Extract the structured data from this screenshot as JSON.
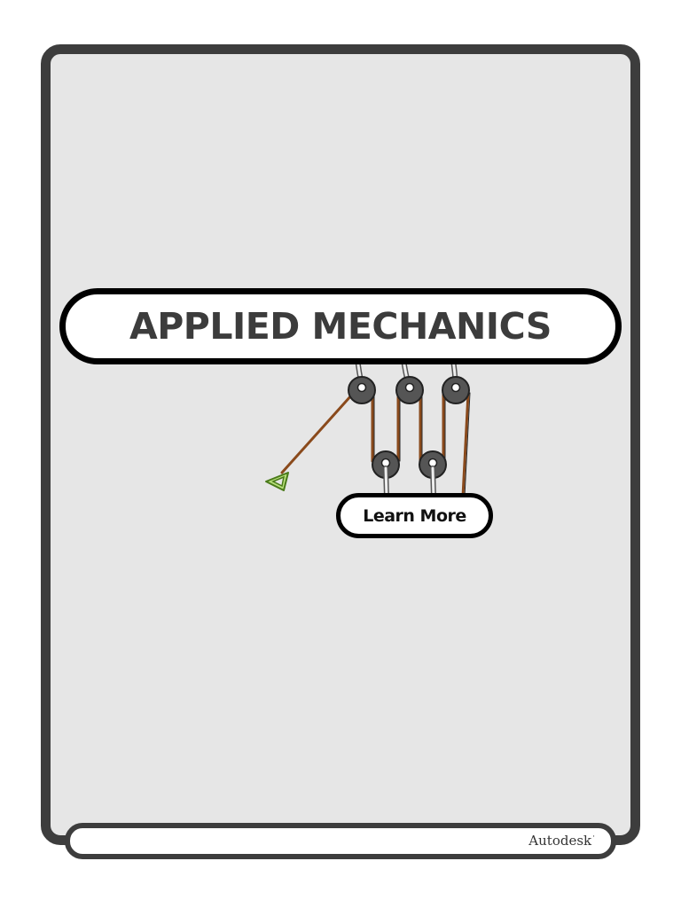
{
  "title": "APPLIED MECHANICS",
  "learn_more_label": "Learn More",
  "footer": {
    "brand": "Autodesk",
    "brand_mark": "·"
  },
  "colors": {
    "card_bg": "#e6e6e6",
    "frame": "#3d3d3d",
    "title_text": "#3c3c3c",
    "rope": "#8a4a1c",
    "pulley": "#4a4a4a",
    "handle": "#8ec63f"
  }
}
